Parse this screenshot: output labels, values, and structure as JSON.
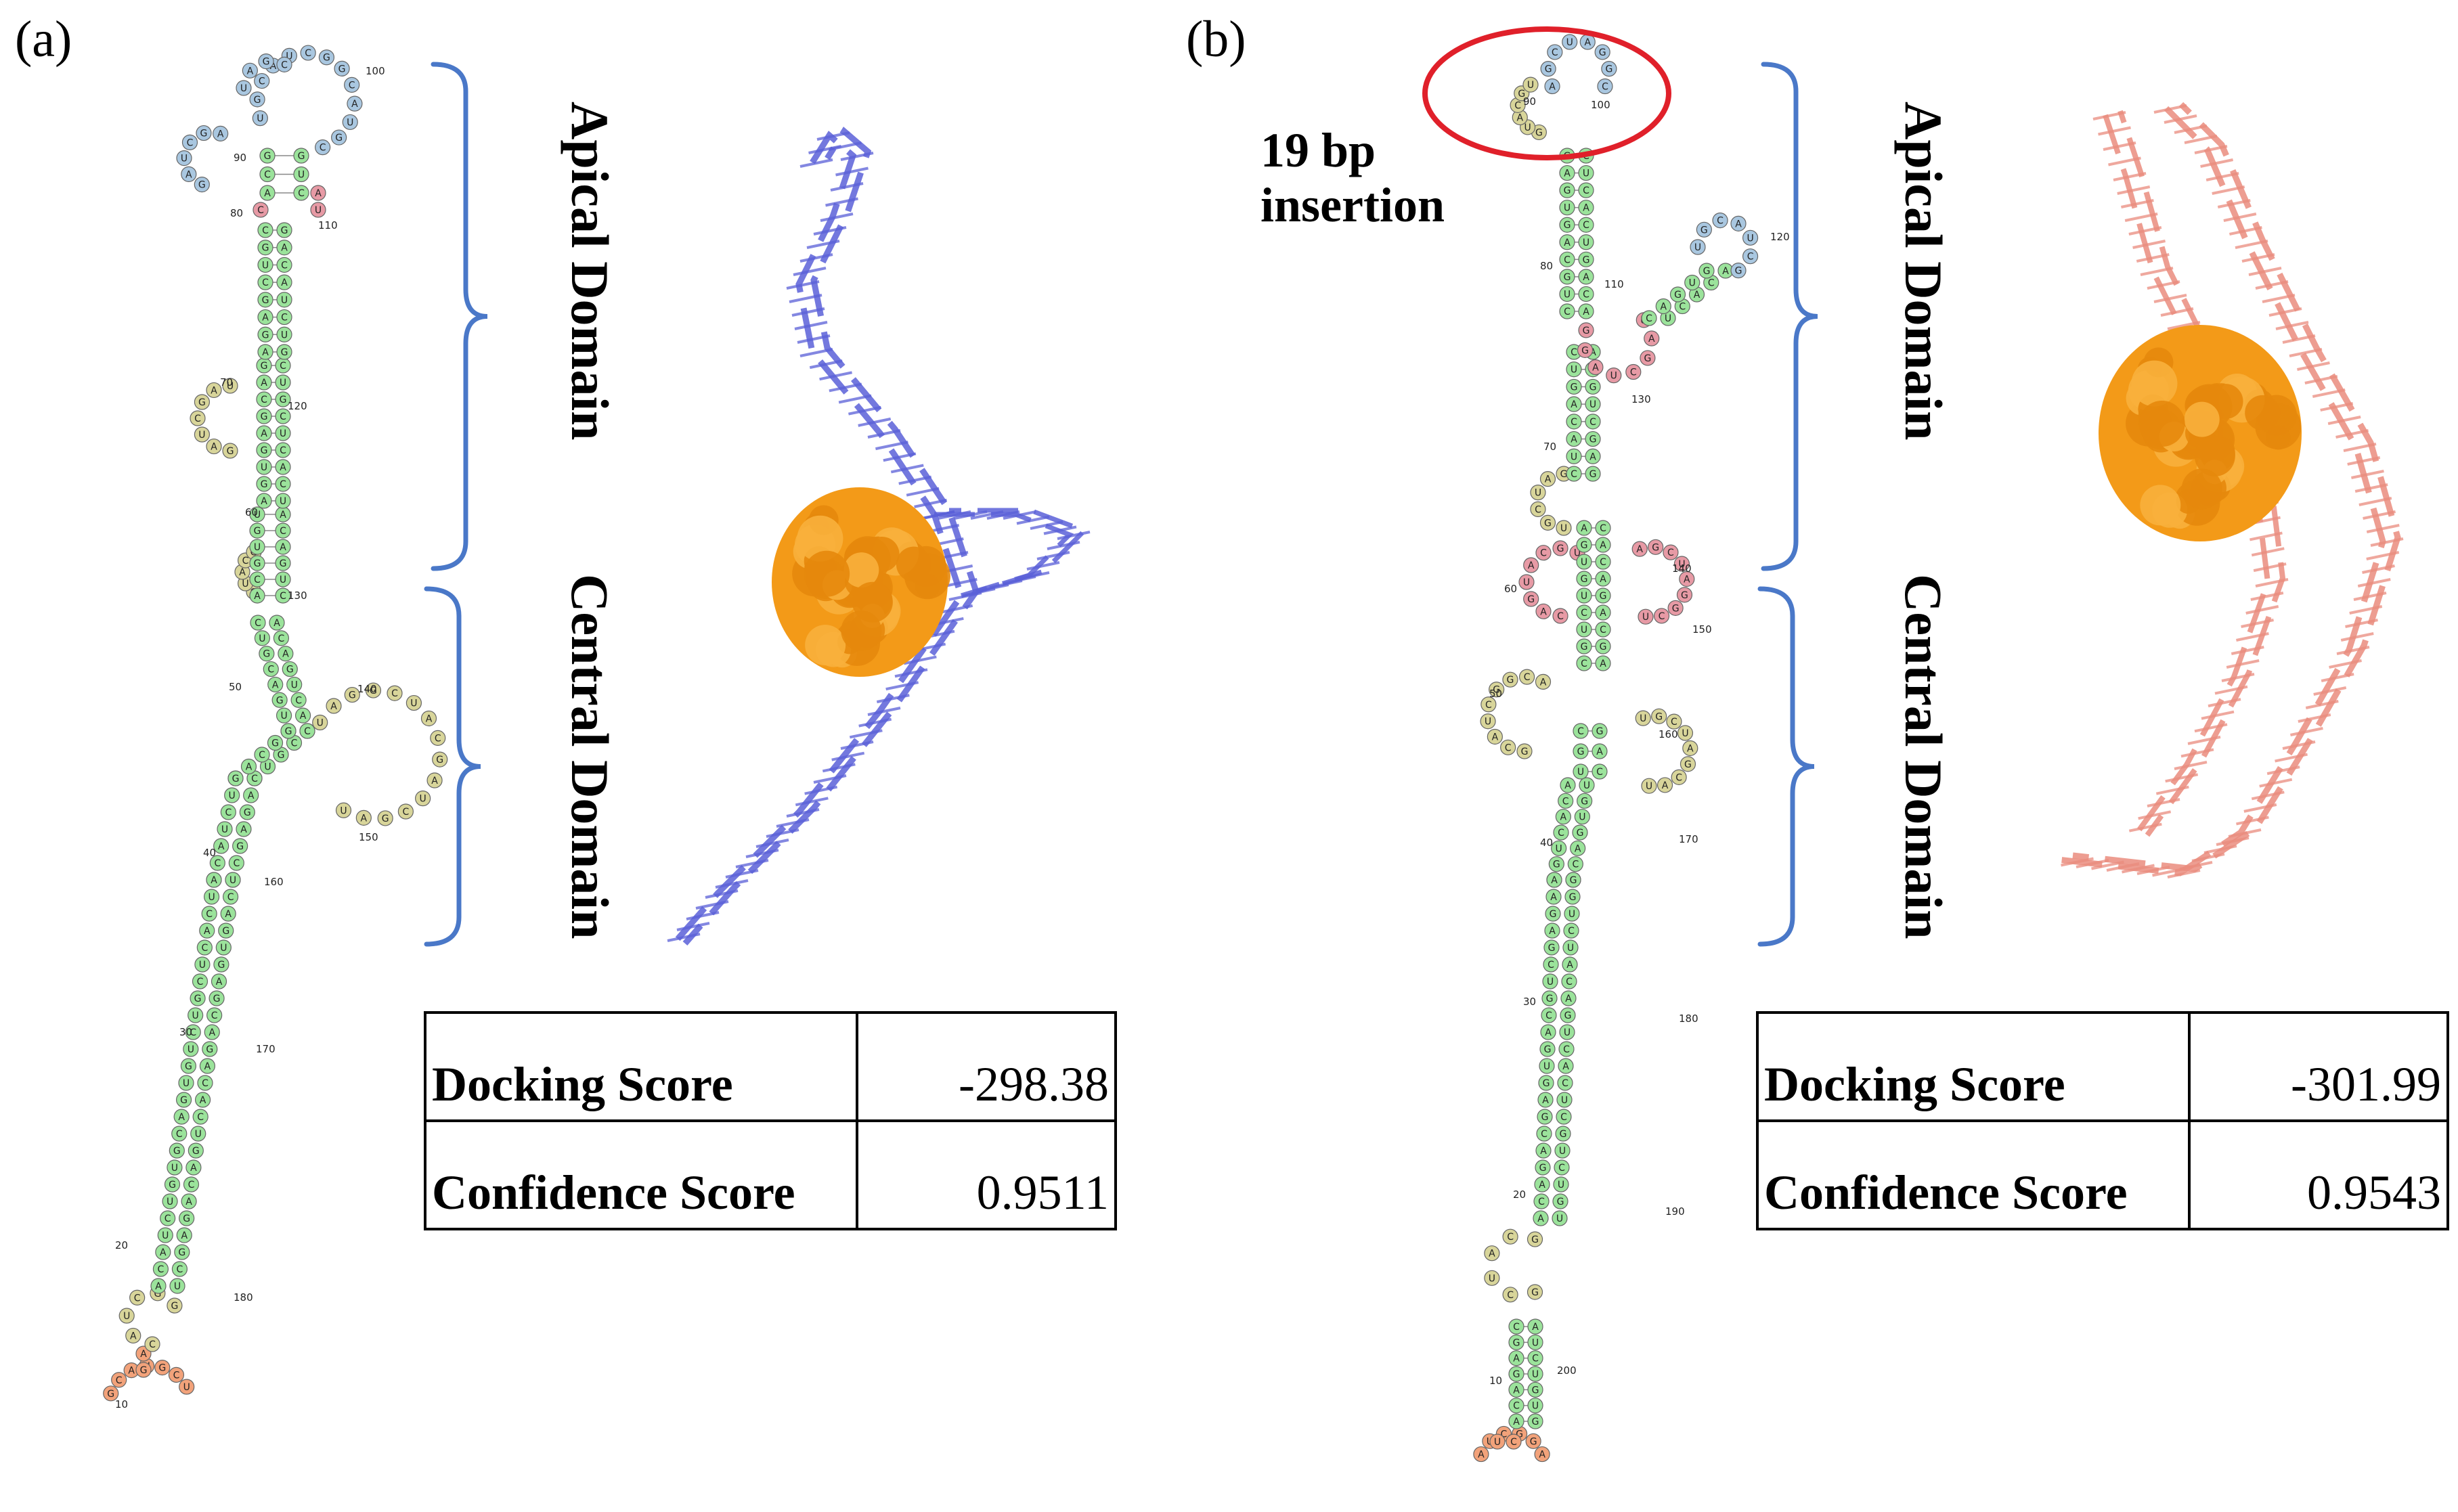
{
  "colors": {
    "paired_green": "#9be39b",
    "loop_yellow": "#d8d59a",
    "hairpin_blue": "#a9c7e0",
    "mismatch_red": "#e79aa5",
    "terminal_orange": "#f2a27a",
    "bracket_blue": "#4a78c8",
    "protein_orange": "#f39a18",
    "rna_blue": "#5a60d8",
    "rna_salmon": "#ea8c7e",
    "highlight_red": "#e0202a"
  },
  "panels": [
    {
      "label": "(a)",
      "domains": {
        "apical": "Apical Domain",
        "central": "Central Domain"
      },
      "scores": [
        {
          "name": "Docking Score",
          "value": "-298.38"
        },
        {
          "name": "Confidence Score",
          "value": "0.9511"
        }
      ],
      "position_numbers": [
        "10",
        "20",
        "30",
        "40",
        "50",
        "60",
        "70",
        "80",
        "90",
        "100",
        "110",
        "120",
        "130",
        "140",
        "150",
        "160",
        "170",
        "180"
      ]
    },
    {
      "label": "(b)",
      "annotation": "19 bp insertion",
      "annotation_lines": [
        "19 bp",
        "insertion"
      ],
      "domains": {
        "apical": "Apical Domain",
        "central": "Central Domain"
      },
      "scores": [
        {
          "name": "Docking Score",
          "value": "-301.99"
        },
        {
          "name": "Confidence Score",
          "value": "0.9543"
        }
      ],
      "position_numbers": [
        "10",
        "20",
        "30",
        "40",
        "50",
        "60",
        "70",
        "80",
        "90",
        "100",
        "110",
        "120",
        "130",
        "140",
        "150",
        "160",
        "170",
        "180",
        "190",
        "200"
      ]
    }
  ]
}
